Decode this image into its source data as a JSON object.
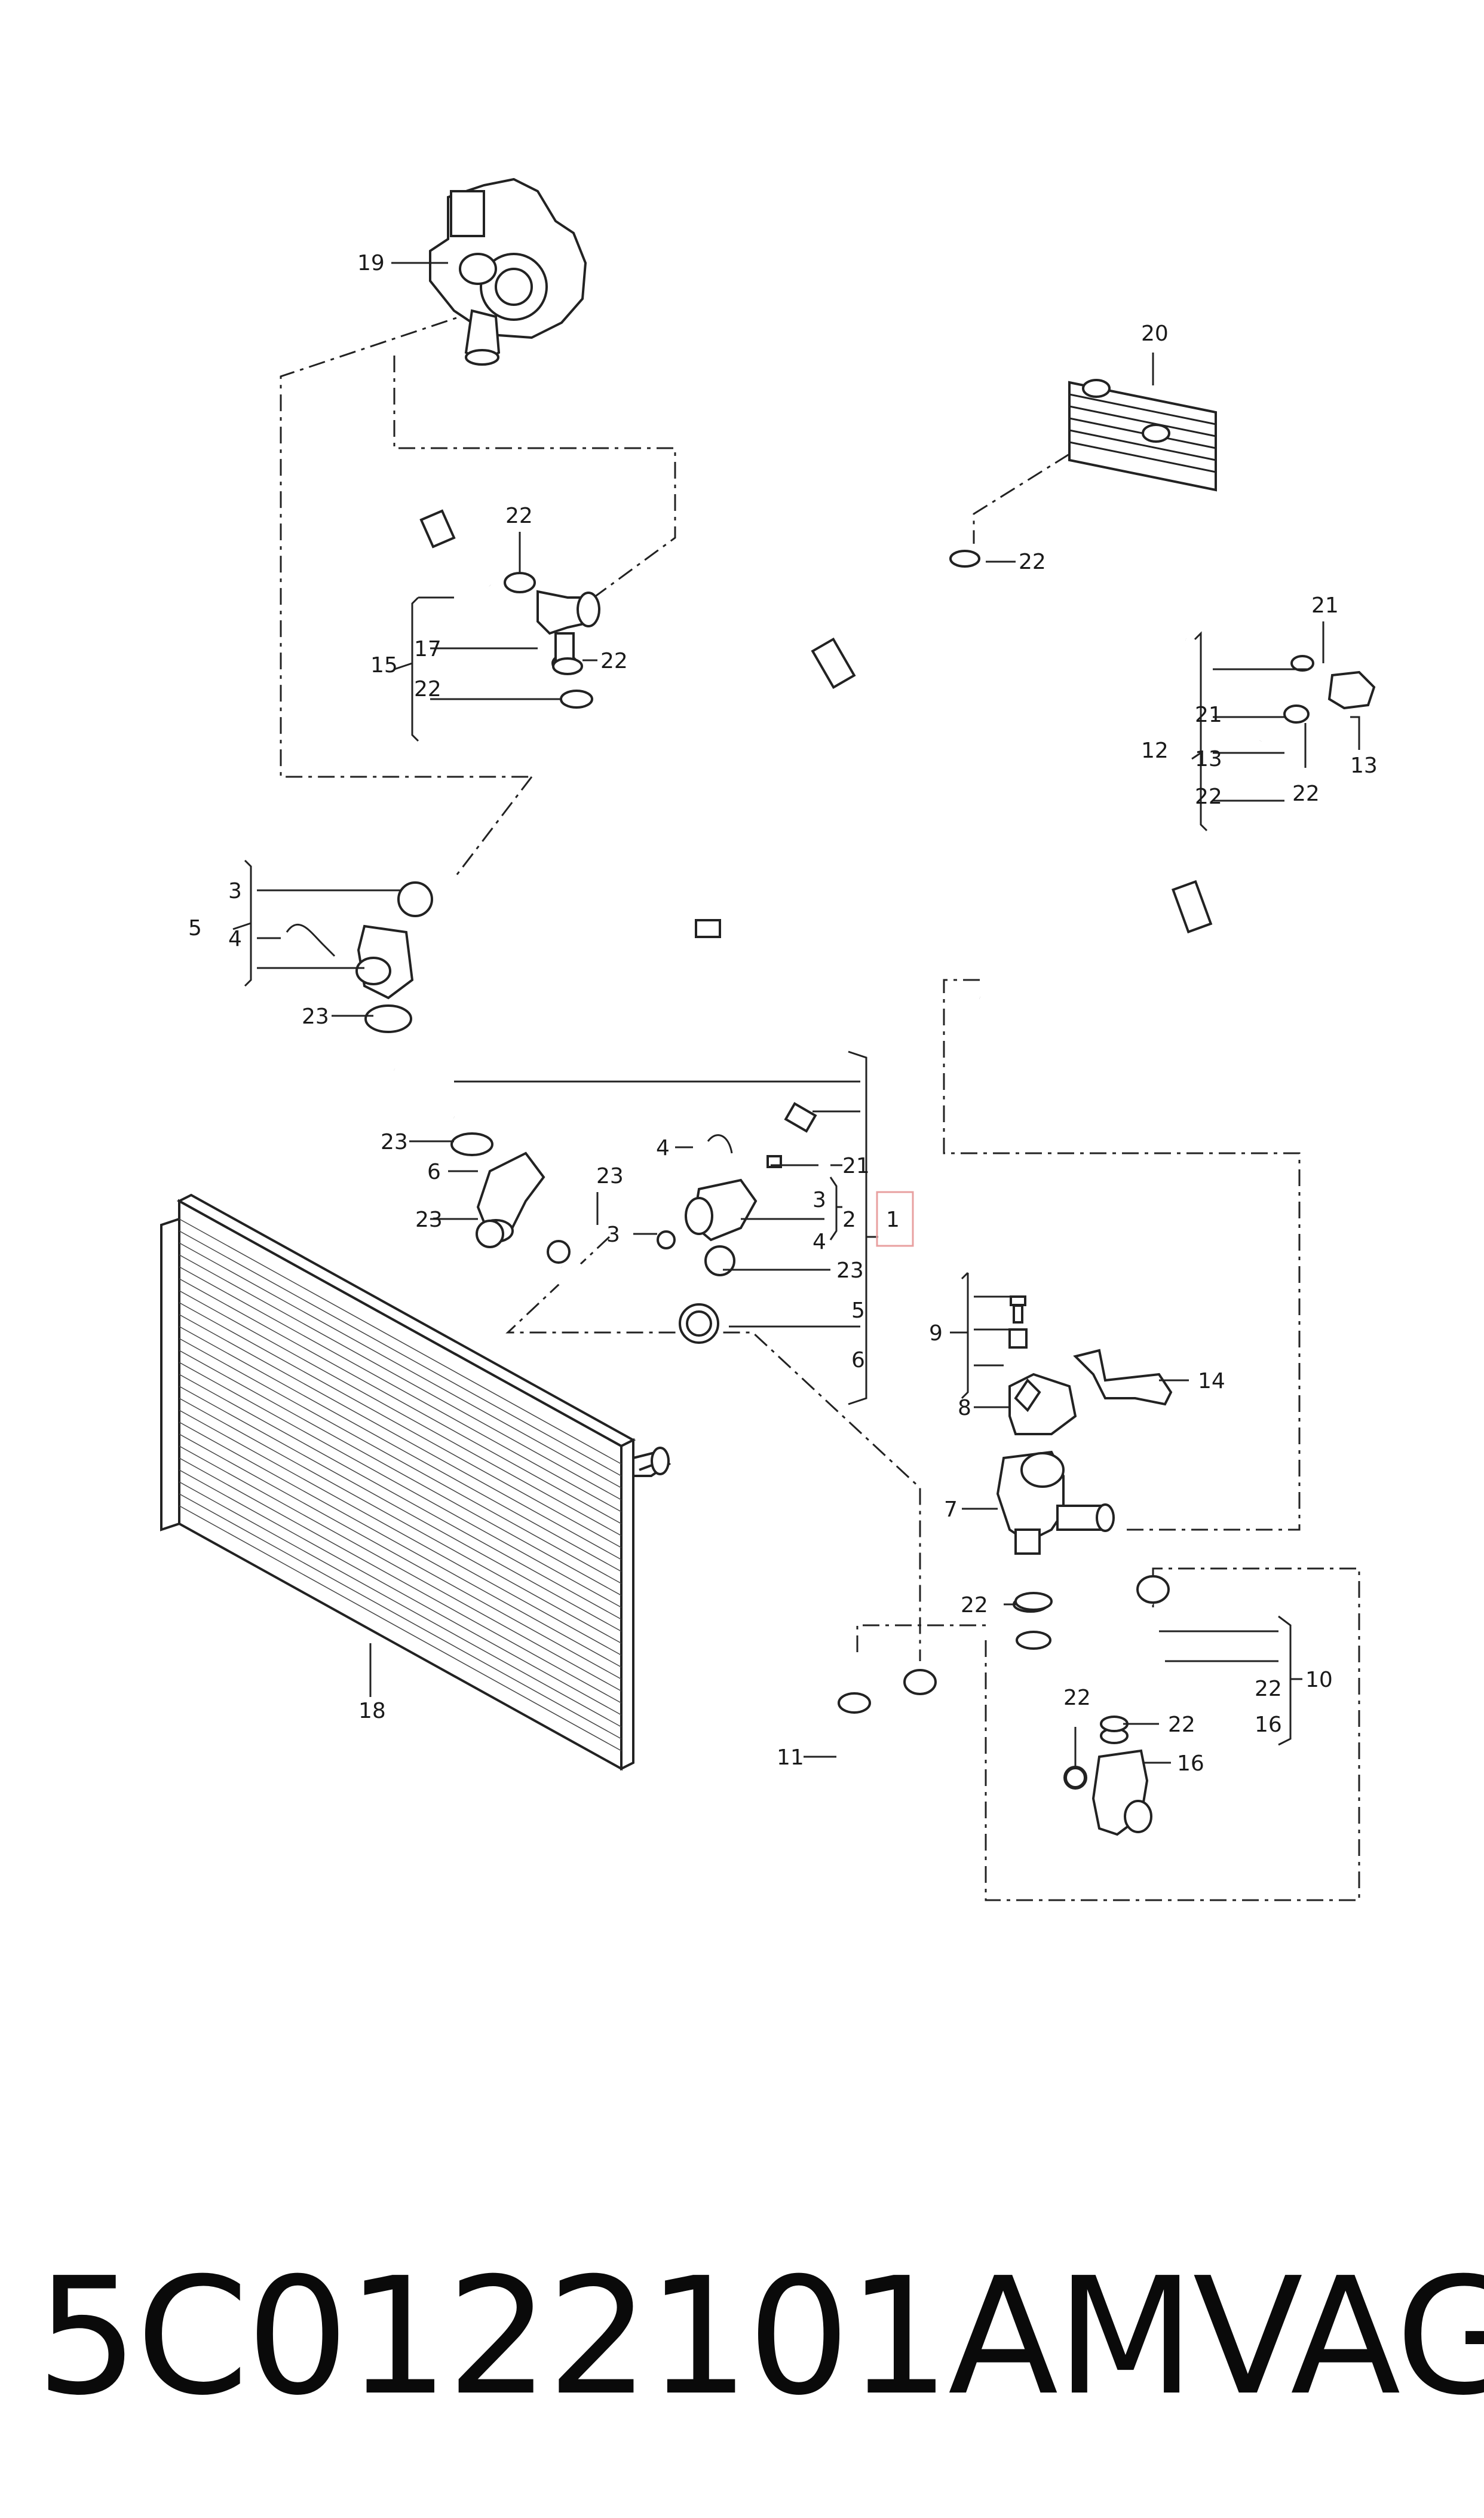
{
  "callouts": [
    {
      "id": "c19",
      "text": "19"
    },
    {
      "id": "c20",
      "text": "20"
    },
    {
      "id": "c22a",
      "text": "22"
    },
    {
      "id": "c22b",
      "text": "22"
    },
    {
      "id": "c15",
      "text": "15"
    },
    {
      "id": "c17",
      "text": "17"
    },
    {
      "id": "c22c",
      "text": "22"
    },
    {
      "id": "c22d",
      "text": "22"
    },
    {
      "id": "c21a",
      "text": "21"
    },
    {
      "id": "c12",
      "text": "12"
    },
    {
      "id": "c21b",
      "text": "21"
    },
    {
      "id": "c13a",
      "text": "13"
    },
    {
      "id": "c22e",
      "text": "22"
    },
    {
      "id": "c13b",
      "text": "13"
    },
    {
      "id": "c22f",
      "text": "22"
    },
    {
      "id": "c5a",
      "text": "5"
    },
    {
      "id": "c3a",
      "text": "3"
    },
    {
      "id": "c4a",
      "text": "4"
    },
    {
      "id": "c23a",
      "text": "23"
    },
    {
      "id": "c23b",
      "text": "23"
    },
    {
      "id": "c6a",
      "text": "6"
    },
    {
      "id": "c23c",
      "text": "23"
    },
    {
      "id": "c23d",
      "text": "23"
    },
    {
      "id": "c4b",
      "text": "4"
    },
    {
      "id": "c21c",
      "text": "21"
    },
    {
      "id": "c3b",
      "text": "3"
    },
    {
      "id": "c2",
      "text": "2"
    },
    {
      "id": "c1",
      "text": "1"
    },
    {
      "id": "c3c",
      "text": "3"
    },
    {
      "id": "c4c",
      "text": "4"
    },
    {
      "id": "c23e",
      "text": "23"
    },
    {
      "id": "c5b",
      "text": "5"
    },
    {
      "id": "c6b",
      "text": "6"
    },
    {
      "id": "c9",
      "text": "9"
    },
    {
      "id": "c14",
      "text": "14"
    },
    {
      "id": "c8",
      "text": "8"
    },
    {
      "id": "c7",
      "text": "7"
    },
    {
      "id": "c22g",
      "text": "22"
    },
    {
      "id": "c18",
      "text": "18"
    },
    {
      "id": "c10",
      "text": "10"
    },
    {
      "id": "c22h",
      "text": "22"
    },
    {
      "id": "c22i",
      "text": "22"
    },
    {
      "id": "c22j",
      "text": "22"
    },
    {
      "id": "c16a",
      "text": "16"
    },
    {
      "id": "c11",
      "text": "11"
    },
    {
      "id": "c16b",
      "text": "16"
    }
  ],
  "caption": {
    "part_number": "5C0122101AM",
    "brand": "VAG"
  },
  "colors": {
    "line": "#222222",
    "highlight_box": "#e8a0a0"
  }
}
